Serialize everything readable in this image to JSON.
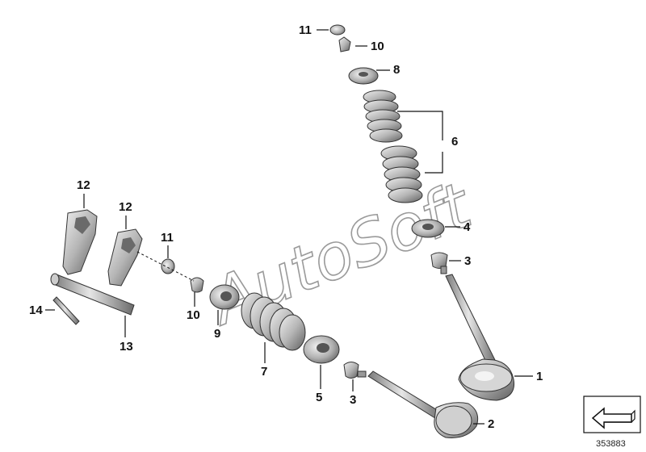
{
  "watermark": "AutoSoft",
  "reference_number": "353883",
  "callouts": {
    "c1": "1",
    "c2": "2",
    "c3a": "3",
    "c3b": "3",
    "c4": "4",
    "c5": "5",
    "c6": "6",
    "c7": "7",
    "c8": "8",
    "c9": "9",
    "c10a": "10",
    "c10b": "10",
    "c11a": "11",
    "c11b": "11",
    "c12a": "12",
    "c12b": "12",
    "c13": "13",
    "c14": "14"
  },
  "icons": {
    "orientation": "direction-arrow-icon"
  },
  "colors": {
    "part_fill": "#b8b8b8",
    "part_dark": "#6a6a6a",
    "part_light": "#e2e2e2",
    "ink": "#111111"
  }
}
